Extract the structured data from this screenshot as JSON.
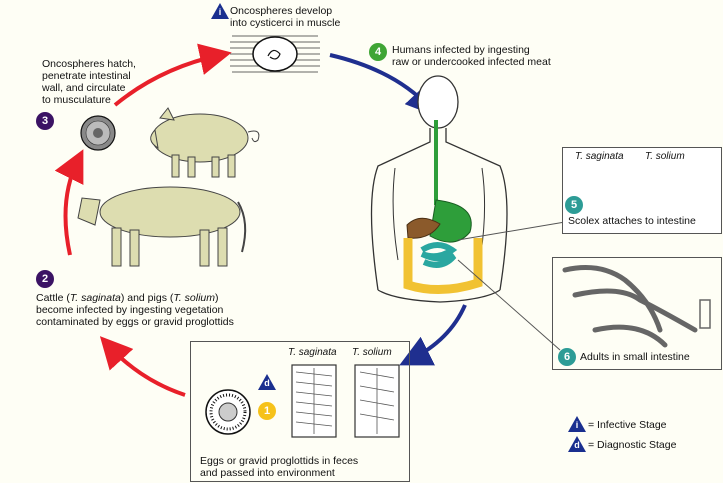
{
  "steps": {
    "infective": {
      "badge": "i",
      "line1": "Oncospheres develop",
      "line2": "into cysticerci in muscle"
    },
    "s4": {
      "badge": "4",
      "line1": "Humans infected by ingesting",
      "line2": "raw or undercooked infected meat"
    },
    "s3": {
      "badge": "3",
      "line1": "Oncospheres hatch,",
      "line2": "penetrate intestinal",
      "line3": "wall, and circulate",
      "line4": "to musculature"
    },
    "s2": {
      "badge": "2",
      "pre": "Cattle (",
      "sp1": "T. saginata",
      "mid": ") and pigs (",
      "sp2": "T. solium",
      "post": ")",
      "line2": "become infected by ingesting vegetation",
      "line3": "contaminated by eggs or gravid proglottids"
    },
    "s5": {
      "badge": "5",
      "caption": "Scolex attaches to intestine",
      "sp1": "T. saginata",
      "sp2": "T. solium"
    },
    "s6": {
      "badge": "6",
      "caption": "Adults in small intestine"
    },
    "s1": {
      "badge": "1",
      "diag": "d",
      "sp1": "T. saginata",
      "sp2": "T. solium",
      "line1": "Eggs or gravid proglottids in feces",
      "line2": "and passed into environment"
    }
  },
  "legend": {
    "infective_letter": "i",
    "infective_label": "= Infective Stage",
    "diagnostic_letter": "d",
    "diagnostic_label": "= Diagnostic Stage"
  },
  "colors": {
    "red_arrow": "#e8202a",
    "blue_arrow": "#1f2f8f",
    "purple": "#3b1364",
    "green": "#3fa535",
    "teal": "#2d9c96",
    "yellow": "#f6c21a",
    "dark_blue": "#1a2f8f",
    "animal": "#ddddb0",
    "stomach": "#2e9e3a",
    "liver": "#8b5a2b",
    "colon": "#f1c232",
    "small_int": "#2aa7a0"
  }
}
